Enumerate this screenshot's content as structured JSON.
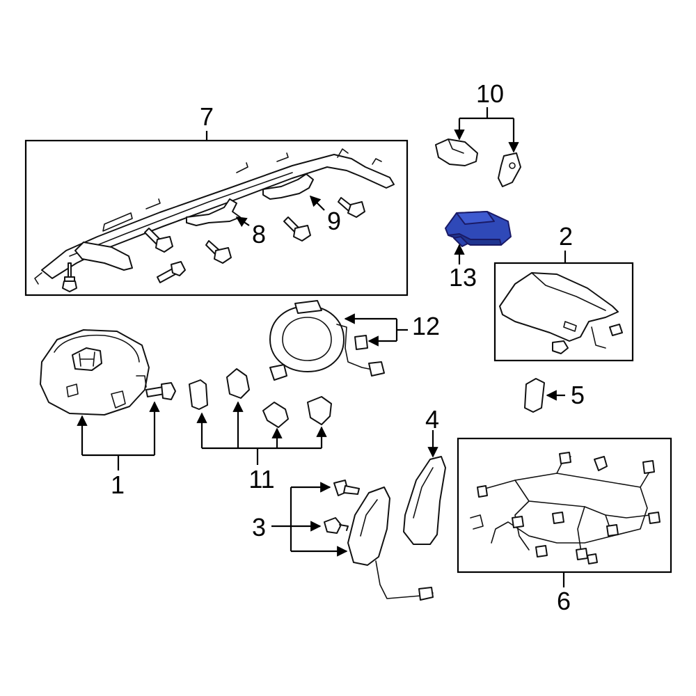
{
  "callouts": {
    "c1": "1",
    "c2": "2",
    "c3": "3",
    "c4": "4",
    "c5": "5",
    "c6": "6",
    "c7": "7",
    "c8": "8",
    "c9": "9",
    "c10": "10",
    "c11": "11",
    "c12": "12",
    "c13": "13"
  },
  "colors": {
    "highlight": "#2f49b8",
    "line": "#000000",
    "background": "#ffffff"
  },
  "highlighted_part": "13"
}
